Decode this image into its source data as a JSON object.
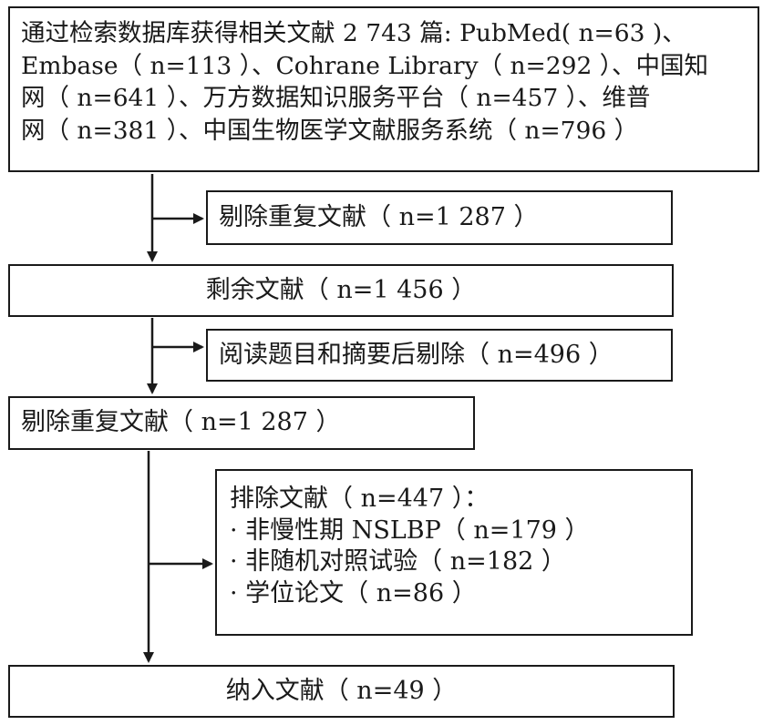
{
  "flowchart": {
    "search": {
      "lines": [
        "通过检索数据库获得相关文献 2 743 篇: PubMed( n=63 )、",
        "Embase（ n=113 ）、Cohrane Library（ n=292 ）、中国知",
        "网（ n=641 ）、万方数据知识服务平台（ n=457 ）、维普",
        "网（ n=381 ）、中国生物医学文献服务系统（ n=796 ）"
      ]
    },
    "duplicates_removed_1": "剔除重复文献（ n=1 287 ）",
    "remaining": "剩余文献（ n=1 456 ）",
    "title_abstract_excluded": "阅读题目和摘要后剔除（ n=496 ）",
    "duplicates_removed_2": "剔除重复文献（ n=1 287 ）",
    "excluded": {
      "heading": "排除文献（ n=447 ）：",
      "items": [
        "· 非慢性期 NSLBP（ n=179 ）",
        "· 非随机对照试验（ n=182 ）",
        "· 学位论文（ n=86 ）"
      ]
    },
    "included": "纳入文献（ n=49 ）"
  }
}
